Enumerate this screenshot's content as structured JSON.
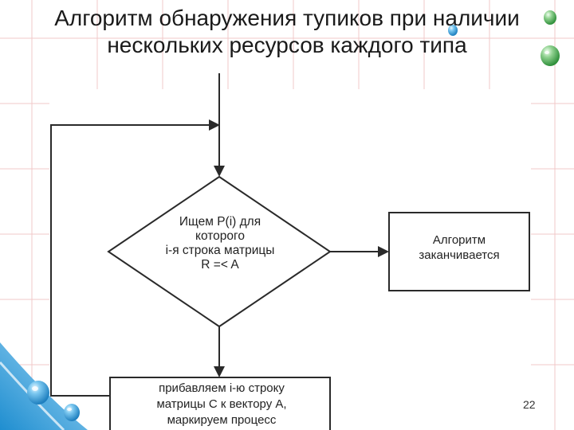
{
  "slide": {
    "title_line1": "Алгоритм обнаружения тупиков при наличии",
    "title_line2": "нескольких ресурсов каждого типа",
    "page_number": "22"
  },
  "flowchart": {
    "decision": {
      "line1": "Ищем P(i) для",
      "line2": "которого",
      "line3": "i-я строка матрицы",
      "line4": "R =< A"
    },
    "terminal": {
      "line1": "Алгоритм",
      "line2": "заканчивается"
    },
    "process": {
      "line1": "прибавляем i-ю строку",
      "line2": "матрицы C к вектору A,",
      "line3": "маркируем процесс"
    }
  },
  "colors": {
    "background": "#ffffff",
    "grid": "#f2c8c8",
    "stroke": "#2a2a2a",
    "bubble": "#2e9bd6",
    "corner": "#4fb0e6"
  }
}
